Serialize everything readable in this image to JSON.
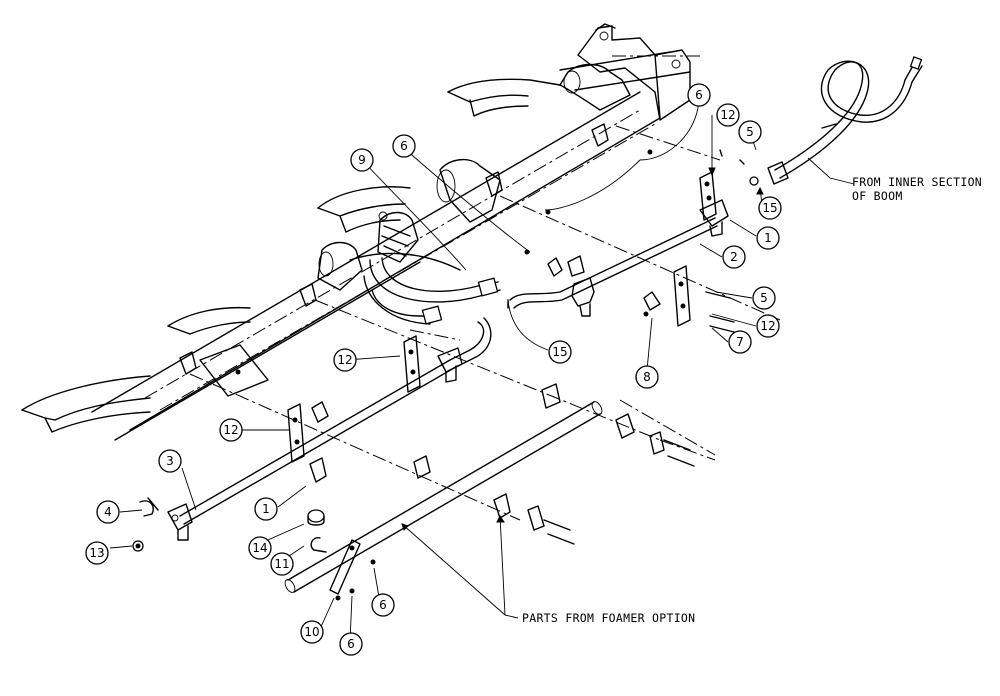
{
  "callouts": [
    {
      "id": "c1a",
      "label": "1"
    },
    {
      "id": "c1b",
      "label": "1"
    },
    {
      "id": "c2",
      "label": "2"
    },
    {
      "id": "c3",
      "label": "3"
    },
    {
      "id": "c4",
      "label": "4"
    },
    {
      "id": "c5a",
      "label": "5"
    },
    {
      "id": "c5b",
      "label": "5"
    },
    {
      "id": "c6a",
      "label": "6"
    },
    {
      "id": "c6b",
      "label": "6"
    },
    {
      "id": "c6c",
      "label": "6"
    },
    {
      "id": "c6d",
      "label": "6"
    },
    {
      "id": "c7",
      "label": "7"
    },
    {
      "id": "c8",
      "label": "8"
    },
    {
      "id": "c9",
      "label": "9"
    },
    {
      "id": "c10",
      "label": "10"
    },
    {
      "id": "c11",
      "label": "11"
    },
    {
      "id": "c12a",
      "label": "12"
    },
    {
      "id": "c12b",
      "label": "12"
    },
    {
      "id": "c12c",
      "label": "12"
    },
    {
      "id": "c12d",
      "label": "12"
    },
    {
      "id": "c13",
      "label": "13"
    },
    {
      "id": "c14",
      "label": "14"
    },
    {
      "id": "c15a",
      "label": "15"
    },
    {
      "id": "c15b",
      "label": "15"
    }
  ],
  "notes": {
    "inner_section_line1": "FROM INNER SECTION",
    "inner_section_line2": "OF BOOM",
    "foamer": "PARTS FROM FOAMER OPTION"
  }
}
